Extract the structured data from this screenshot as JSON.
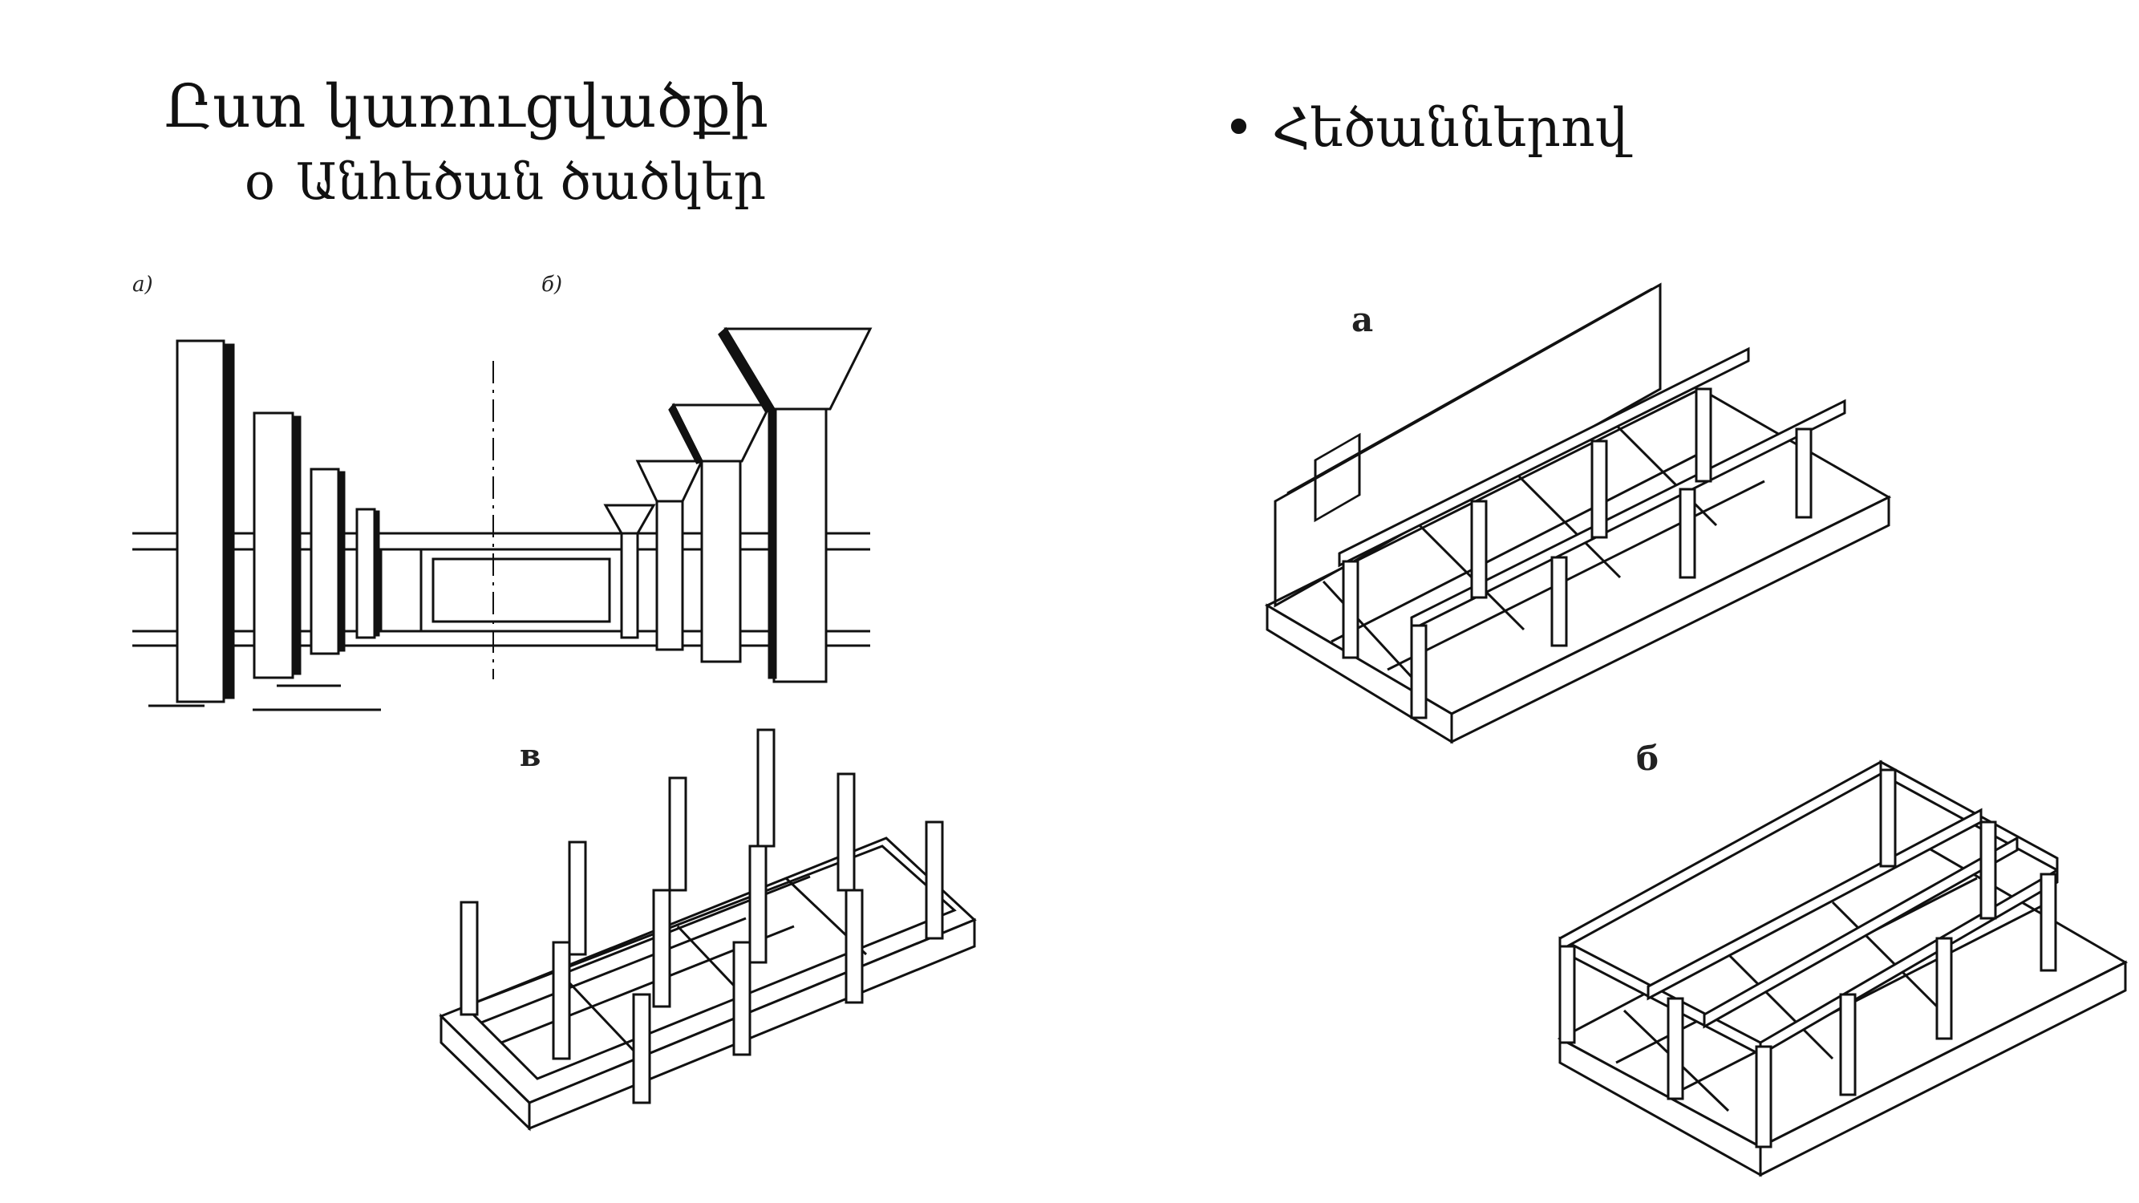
{
  "slide": {
    "title": "Ըստ կառուցվածքի",
    "subitem": {
      "marker": "o",
      "text": "Անհեծան ծածկեր"
    },
    "right_item": {
      "marker": "•",
      "text": "Հեծաններով"
    }
  },
  "figures": {
    "columns_elevation": {
      "label_a": "а)",
      "label_b": "б)"
    },
    "grid_columns": {
      "label": "в"
    },
    "ribbed_a": {
      "label": "а"
    },
    "ribbed_b": {
      "label": "б"
    }
  }
}
